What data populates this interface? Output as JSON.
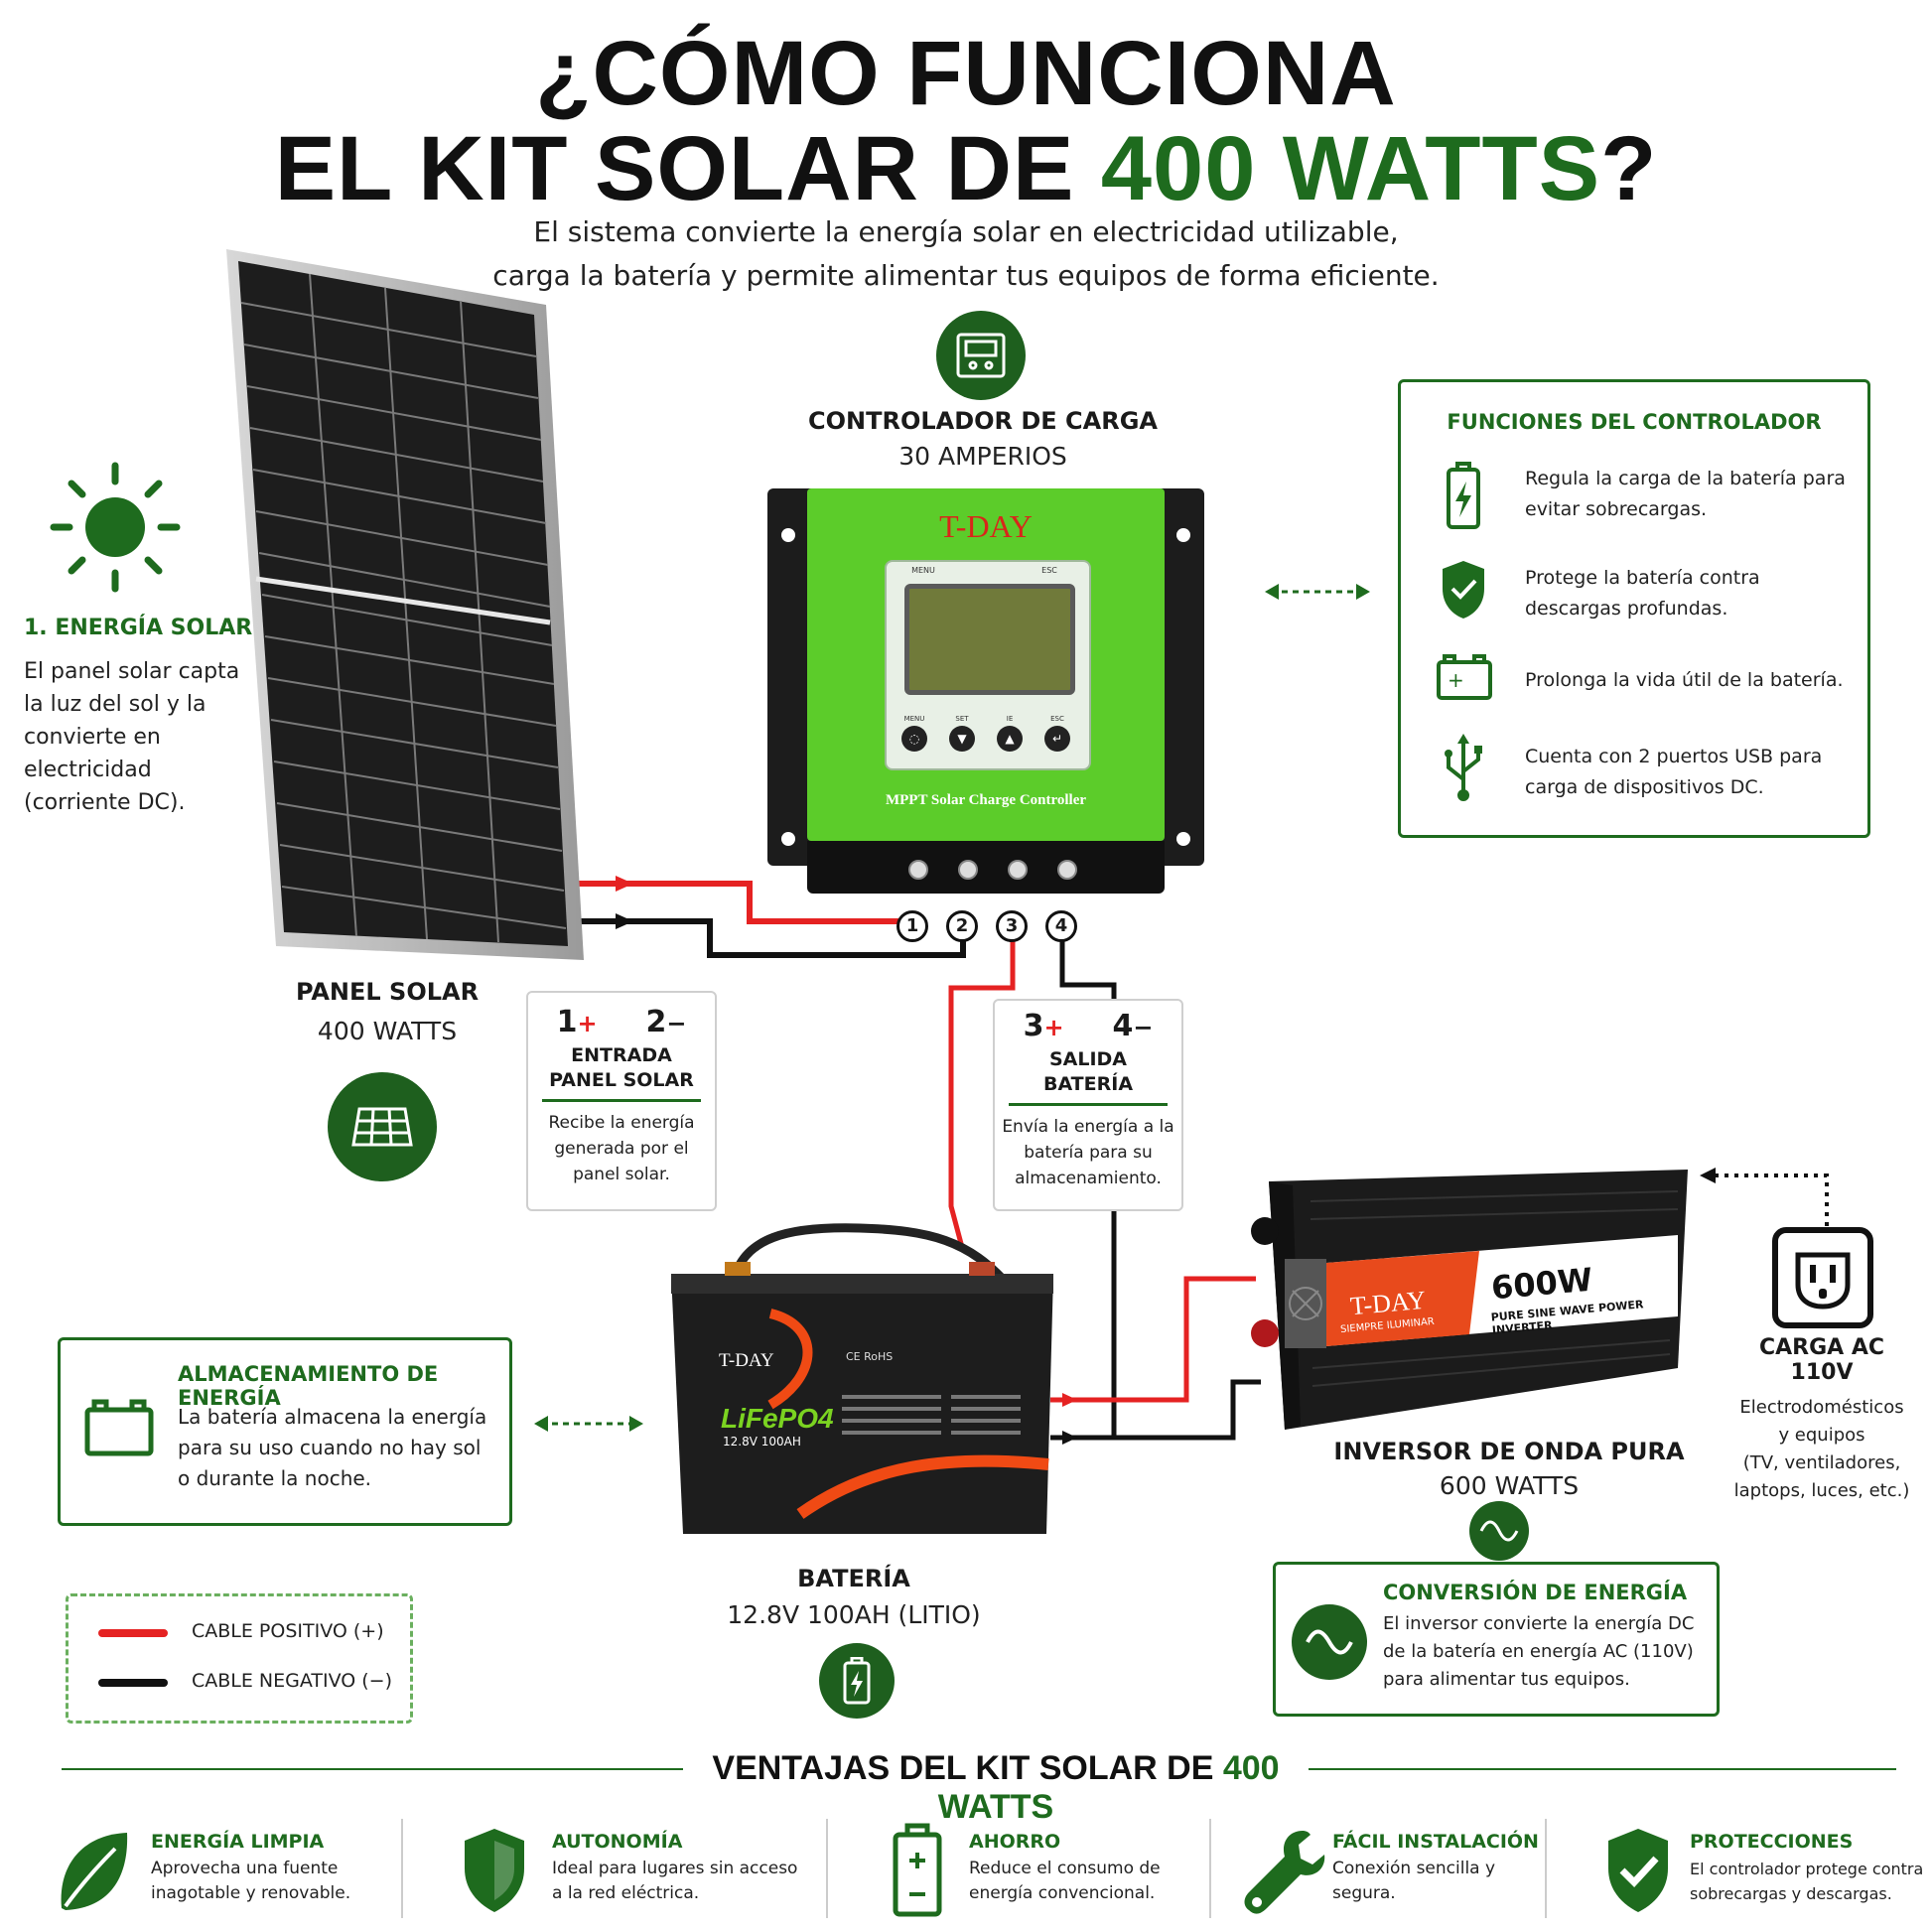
{
  "header": {
    "title_line1": "¿CÓMO FUNCIONA",
    "title_line2_prefix": "EL KIT SOLAR DE ",
    "title_line2_highlight": "400 WATTS",
    "title_line2_suffix": "?",
    "subtitle_line1": "El sistema convierte la energía solar en electricidad utilizable,",
    "subtitle_line2": "carga la batería y permite alimentar tus equipos de forma eficiente."
  },
  "solar_energy": {
    "title": "1. ENERGÍA SOLAR",
    "text": [
      "El panel solar capta",
      "la luz del sol y la",
      "convierte en",
      "electricidad",
      "(corriente DC)."
    ]
  },
  "panel": {
    "name": "PANEL SOLAR",
    "spec": "400 WATTS"
  },
  "controller": {
    "name": "CONTROLADOR DE CARGA",
    "spec": "30 AMPERIOS",
    "brand": "T-DAY",
    "lcd_labels": [
      "MENU",
      "ESC"
    ],
    "button_labels": [
      "MENU",
      "SET",
      "IE",
      "ESC"
    ],
    "product_text": "MPPT Solar Charge Controller",
    "terminals": [
      "1",
      "2",
      "3",
      "4"
    ]
  },
  "functions_box": {
    "title": "FUNCIONES DEL CONTROLADOR",
    "items": [
      {
        "icon": "battery-charge-icon",
        "line1": "Regula la carga de la batería para",
        "line2": "evitar sobrecargas."
      },
      {
        "icon": "shield-check-icon",
        "line1": "Protege la batería contra",
        "line2": "descargas profundas."
      },
      {
        "icon": "car-battery-icon",
        "line1": "Prolonga la vida útil de la batería.",
        "line2": ""
      },
      {
        "icon": "usb-icon",
        "line1": "Cuenta con 2 puertos USB para",
        "line2": "carga de dispositivos DC."
      }
    ]
  },
  "input_box": {
    "pos": "1",
    "pos_sign": "+",
    "neg": "2",
    "neg_sign": "−",
    "title1": "ENTRADA",
    "title2": "PANEL SOLAR",
    "text": [
      "Recibe la energía",
      "generada por el",
      "panel solar."
    ]
  },
  "output_box": {
    "pos": "3",
    "pos_sign": "+",
    "neg": "4",
    "neg_sign": "−",
    "title1": "SALIDA",
    "title2": "BATERÍA",
    "text": [
      "Envía la energía a la",
      "batería para su",
      "almacenamiento."
    ]
  },
  "storage_box": {
    "title": "ALMACENAMIENTO DE ENERGÍA",
    "text": [
      "La batería almacena la energía",
      "para su uso cuando no hay sol",
      "o durante la noche."
    ]
  },
  "battery": {
    "name": "BATERÍA",
    "spec": "12.8V 100AH (LITIO)",
    "brand": "T-DAY",
    "model": "LiFePO4",
    "model_spec": "12.8V 100AH",
    "marks": "CE RoHS"
  },
  "inverter": {
    "name": "INVERSOR DE ONDA PURA",
    "spec": "600 WATTS",
    "brand": "T-DAY",
    "slogan": "SIEMPRE ILUMINAR",
    "power": "600W",
    "product_text": "PURE SINE WAVE POWER INVERTER"
  },
  "ac_load": {
    "title1": "CARGA AC",
    "title2": "110V",
    "text": [
      "Electrodomésticos",
      "y equipos",
      "(TV, ventiladores,",
      "laptops, luces, etc.)"
    ]
  },
  "conversion_box": {
    "title": "CONVERSIÓN DE ENERGÍA",
    "text": [
      "El inversor convierte la energía DC",
      "de la batería en energía AC (110V)",
      "para alimentar tus equipos."
    ]
  },
  "legend": {
    "positive": "CABLE POSITIVO (+)",
    "negative": "CABLE NEGATIVO (−)",
    "positive_color": "#e52222",
    "negative_color": "#111111"
  },
  "advantages": {
    "title_prefix": "VENTAJAS DEL KIT SOLAR DE ",
    "title_highlight": "400 WATTS",
    "items": [
      {
        "icon": "leaf-icon",
        "title": "ENERGÍA LIMPIA",
        "line1": "Aprovecha una fuente",
        "line2": "inagotable y renovable."
      },
      {
        "icon": "shield-icon",
        "title": "AUTONOMÍA",
        "line1": "Ideal para lugares sin acceso",
        "line2": "a la red eléctrica."
      },
      {
        "icon": "battery-icon",
        "title": "AHORRO",
        "line1": "Reduce el consumo de",
        "line2": "energía convencional."
      },
      {
        "icon": "wrench-icon",
        "title": "FÁCIL INSTALACIÓN",
        "line1": "Conexión sencilla y",
        "line2": "segura."
      },
      {
        "icon": "shield-check-icon",
        "title": "PROTECCIONES",
        "line1": "El controlador protege contra",
        "line2": "sobrecargas y descargas."
      }
    ]
  },
  "colors": {
    "brand_green": "#1e6b1e",
    "controller_green": "#5ccc2a",
    "positive": "#e52222",
    "negative": "#111111"
  }
}
